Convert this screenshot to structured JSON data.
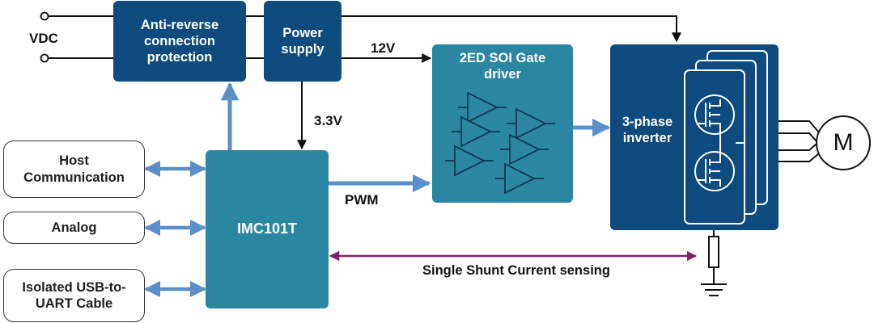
{
  "diagram": {
    "source_label": "VDC",
    "blocks": {
      "anti_reverse": "Anti-reverse\nconnection\nprotection",
      "power_supply": "Power\nsupply",
      "gate_driver": "2ED SOI Gate\ndriver",
      "inverter": "3-phase\ninverter",
      "controller": "IMC101T",
      "host": "Host\nCommunication",
      "analog": "Analog",
      "usb_uart": "Isolated USB-to-\nUART Cable",
      "motor": "M"
    },
    "signals": {
      "rail_12v": "12V",
      "rail_3v3": "3.3V",
      "pwm": "PWM",
      "current_sensing": "Single Shunt Current sensing"
    }
  },
  "colors": {
    "dark_block": "#0d4a7d",
    "teal_block": "#2a86a1",
    "bus_arrow": "#5b8fc9",
    "sense_arrow": "#7a2466",
    "wire": "#111111"
  },
  "icons": [
    "buffer-amplifier-icon",
    "mosfet-icon",
    "shunt-resistor-icon",
    "ground-icon",
    "terminal-icon"
  ]
}
